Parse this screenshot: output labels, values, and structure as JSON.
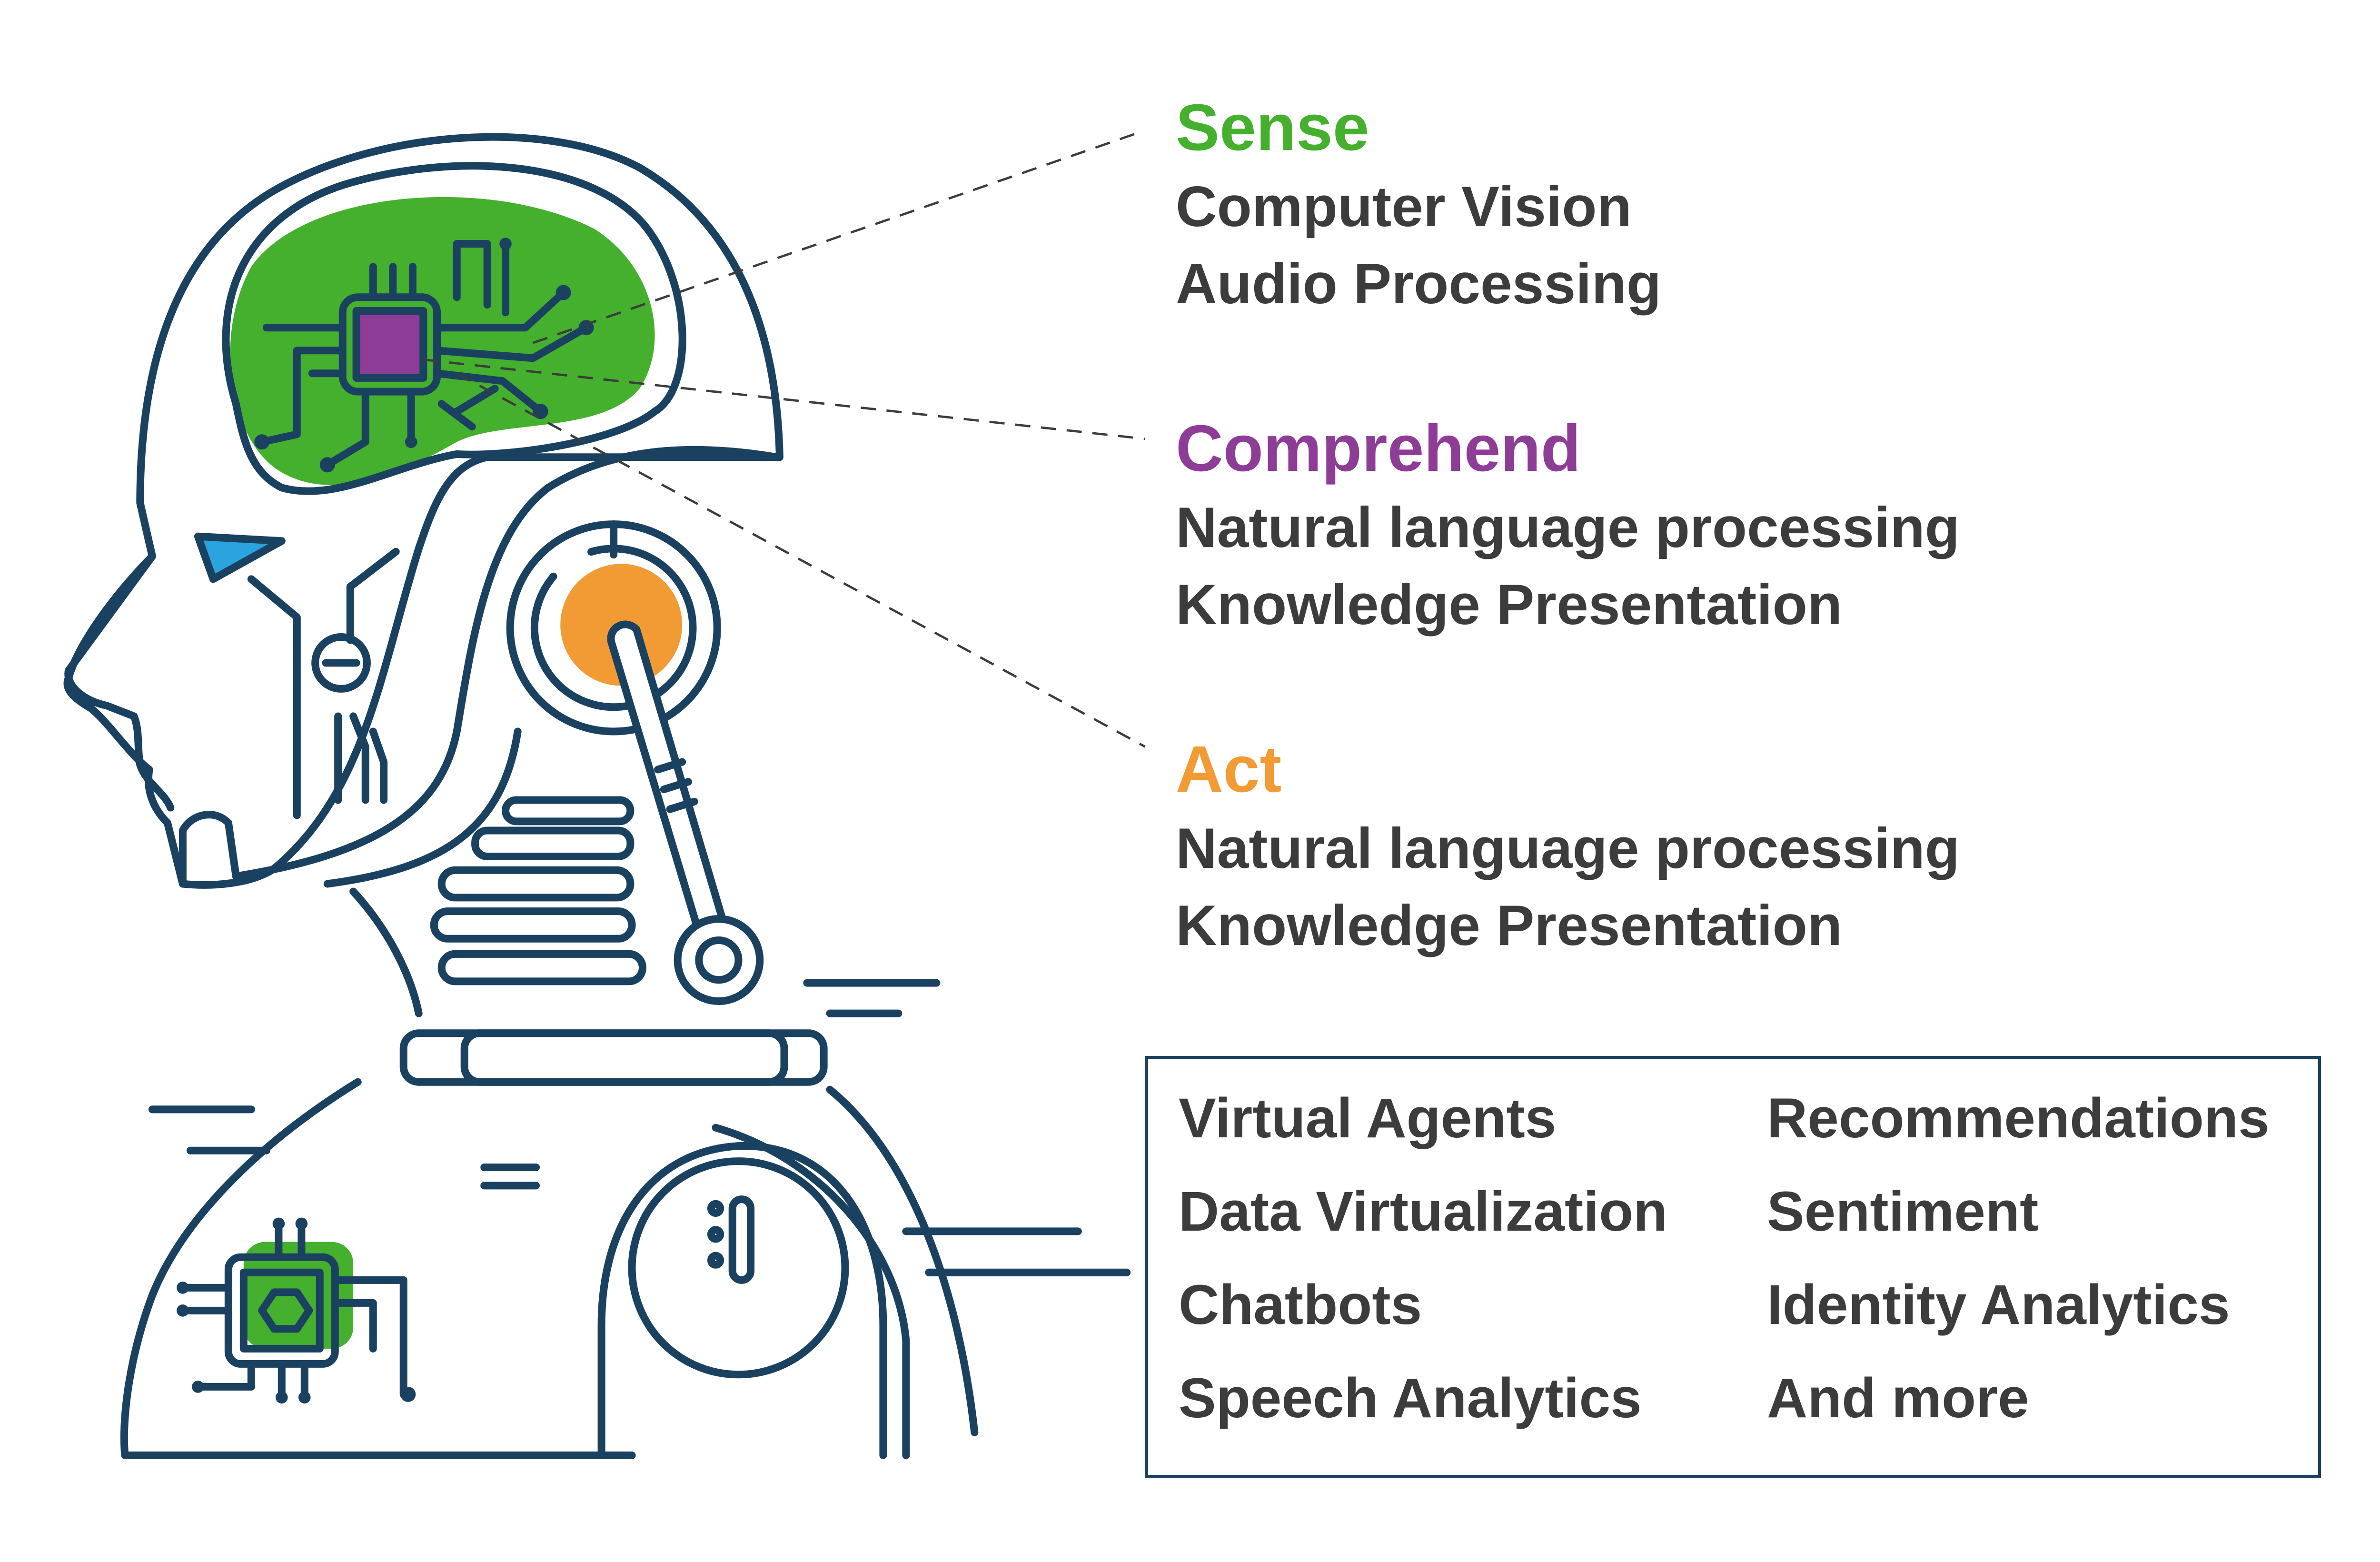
{
  "colors": {
    "navy": "#1b4161",
    "green": "#45b02d",
    "purple": "#8d3d96",
    "orange": "#f29a34",
    "blue": "#2aa3de",
    "text": "#3c3c3c"
  },
  "illustration": {
    "subject": "robot-head-profile",
    "icons": [
      "brain-circuit-icon",
      "cpu-chip-icon",
      "eye-icon",
      "ear-speaker-icon",
      "antenna-arm-icon",
      "chest-panel-icon",
      "shoulder-joint-icon"
    ]
  },
  "blocks": {
    "sense": {
      "title": "Sense",
      "items": [
        "Computer Vision",
        "Audio Processing"
      ]
    },
    "comprehend": {
      "title": "Comprehend",
      "items": [
        "Natural language processing",
        "Knowledge Presentation"
      ]
    },
    "act": {
      "title": "Act",
      "items": [
        "Natural language processing",
        "Knowledge Presentation"
      ]
    }
  },
  "applications": {
    "left": [
      "Virtual Agents",
      "Data Virtualization",
      "Chatbots",
      "Speech Analytics"
    ],
    "right": [
      "Recommendations",
      "Sentiment",
      "Identity Analytics",
      "And more"
    ]
  }
}
